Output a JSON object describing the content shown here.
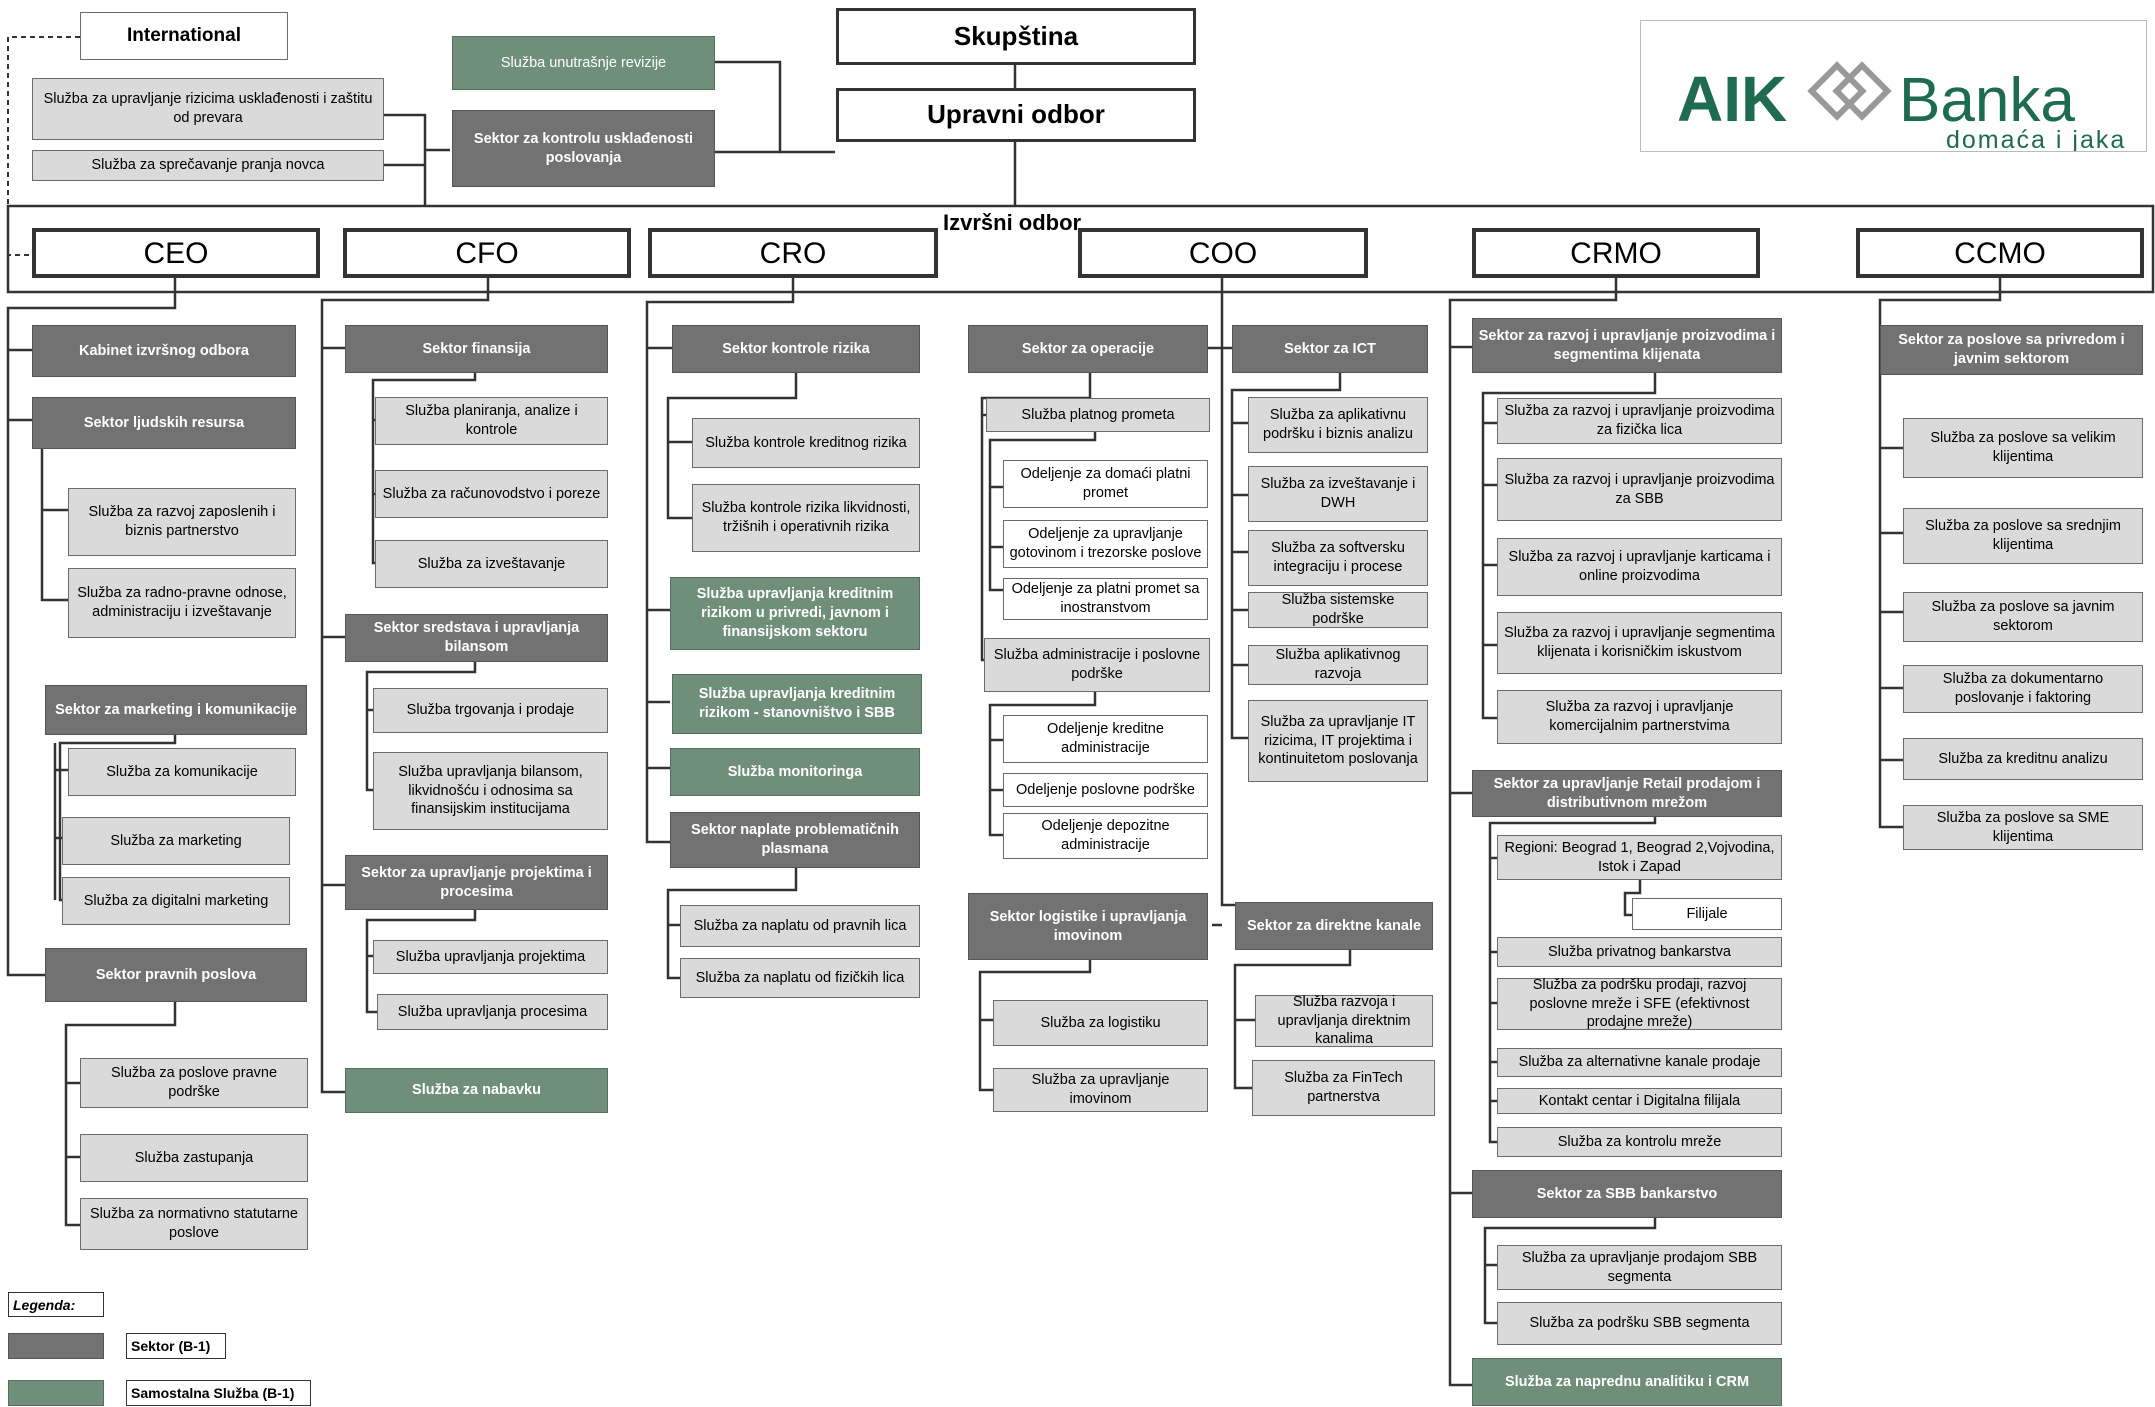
{
  "header": {
    "international": "International",
    "rizik_prevare": "Služba za upravljanje rizicima usklađenosti i zaštitu od prevara",
    "pranje_novca": "Služba za sprečavanje pranja novca",
    "revizija": "Služba unutrašnje revizije",
    "uskladjenost": "Sektor za kontrolu usklađenosti poslovanja",
    "skupstina": "Skupština",
    "upravni_odbor": "Upravni odbor",
    "izvrsni_odbor": "Izvršni odbor"
  },
  "logo": {
    "name": "AIK Banka",
    "aik": "AIK",
    "banka": "Banka",
    "tagline": "domaća i jaka",
    "color": "#1e6b4f"
  },
  "executives": [
    "CEO",
    "CFO",
    "CRO",
    "COO",
    "CRMO",
    "CCMO"
  ],
  "ceo": {
    "kabinet": "Kabinet izvršnog odbora",
    "ljudski": "Sektor ljudskih resursa",
    "razvoj_zaposlenih": "Služba za razvoj zaposlenih i biznis partnerstvo",
    "radno_pravne": "Služba za radno-pravne odnose, administraciju i izveštavanje",
    "marketing_sektor": "Sektor za marketing i komunikacije",
    "komunikacije": "Služba za komunikacije",
    "marketing": "Služba za marketing",
    "digitalni": "Služba za digitalni marketing",
    "pravni": "Sektor pravnih poslova",
    "pravna_podrska": "Služba za poslove pravne podrške",
    "zastupanje": "Služba zastupanja",
    "normativno": "Služba za normativno statutarne poslove"
  },
  "cfo": {
    "finansije": "Sektor finansija",
    "planiranje": "Služba planiranja, analize i kontrole",
    "racunovodstvo": "Služba za računovodstvo i poreze",
    "izvestavanje": "Služba za izveštavanje",
    "sredstva": "Sektor sredstava i upravljanja bilansom",
    "trgovanje": "Služba trgovanja i prodaje",
    "bilans": "Služba upravljanja bilansom, likvidnošću i odnosima sa finansijskim institucijama",
    "projekti_sektor": "Sektor za upravljanje projektima i procesima",
    "projekti": "Služba upravljanja projektima",
    "procesi": "Služba upravljanja procesima",
    "nabavka": "Služba za nabavku"
  },
  "cro": {
    "kontrola": "Sektor kontrole rizika",
    "kreditni": "Služba kontrole kreditnog rizika",
    "likvidnost": "Služba kontrole rizika likvidnosti, tržišnih i operativnih rizika",
    "privreda": "Služba upravljanja kreditnim rizikom u privredi, javnom i finansijskom sektoru",
    "stanovnistvo": "Služba upravljanja kreditnim rizikom - stanovništvo i SBB",
    "monitoring": "Služba monitoringa",
    "naplata": "Sektor naplate problematičnih plasmana",
    "pravna_lica": "Služba za naplatu od pravnih lica",
    "fizicka_lica": "Služba za naplatu od fizičkih lica"
  },
  "coo": {
    "operacije": "Sektor za operacije",
    "platni": "Služba platnog prometa",
    "domaci": "Odeljenje za domaći platni promet",
    "gotovina": "Odeljenje za upravljanje gotovinom i trezorske poslove",
    "inostranstvo": "Odeljenje za platni promet sa inostranstvom",
    "administracija": "Služba administracije i poslovne podrške",
    "kreditna_adm": "Odeljenje kreditne administracije",
    "poslovna_podrska": "Odeljenje poslovne podrške",
    "depozitna": "Odeljenje depozitne administracije",
    "logistika_sektor": "Sektor logistike i upravljanja imovinom",
    "logistika": "Služba za logistiku",
    "imovina": "Služba za upravljanje imovinom",
    "ict": "Sektor za ICT",
    "aplikativna": "Služba za aplikativnu podršku i biznis analizu",
    "dwh": "Služba za izveštavanje i DWH",
    "softverska": "Služba za softversku integraciju i procese",
    "sistemska": "Služba sistemske podrške",
    "razvoj": "Služba aplikativnog razvoja",
    "it_rizici": "Služba za upravljanje IT rizicima, IT projektima i kontinuitetom poslovanja",
    "direktni": "Sektor za direktne kanale",
    "direktni_sluzba": "Služba razvoja i upravljanja direktnim kanalima",
    "fintech": "Služba za FinTech partnerstva"
  },
  "crmo": {
    "proizvodi": "Sektor za razvoj i upravljanje proizvodima i segmentima klijenata",
    "fizicka": "Služba za razvoj i upravljanje proizvodima za fizička lica",
    "sbb_proizvodi": "Služba za razvoj i upravljanje  proizvodima za SBB",
    "kartice": "Služba za razvoj i upravljanje  karticama i online proizvodima",
    "segmenti": "Služba za razvoj i upravljanje  segmentima klijenata i korisničkim iskustvom",
    "komercijalni": "Služba za razvoj i upravljanje komercijalnim partnerstvima",
    "retail": "Sektor za upravljanje Retail prodajom i distributivnom mrežom",
    "regioni": "Regioni: Beograd 1, Beograd 2,Vojvodina, Istok i Zapad",
    "filijale": "Filijale",
    "privatno": "Služba privatnog bankarstva",
    "podrska_prodaji": "Služba za podršku prodaji, razvoj poslovne mreže i SFE (efektivnost prodajne mreže)",
    "alternativni": "Služba za  alternativne kanale prodaje",
    "kontakt": "Kontakt centar i Digitalna filijala",
    "kontrola_mreze": "Služba za kontrolu mreže",
    "sbb": "Sektor za SBB bankarstvo",
    "prodaja_sbb": "Služba za upravljanje prodajom SBB segmenta",
    "podrska_sbb": "Služba za podršku SBB segmenta",
    "analitika": "Služba za naprednu analitiku i CRM"
  },
  "ccmo": {
    "privreda": "Sektor za poslove sa privredom i javnim sektorom",
    "veliki": "Služba za poslove sa velikim klijentima",
    "srednji": "Služba za poslove sa srednjim klijentima",
    "javni": "Služba za poslove sa javnim sektorom",
    "dokumentarno": "Služba za dokumentarno poslovanje i faktoring",
    "kreditna": "Služba za kreditnu analizu",
    "sme": "Služba za poslove sa SME klijentima"
  },
  "legend": {
    "title": "Legenda:",
    "sektor": "Sektor (B-1)",
    "samostalna": "Samostalna Služba  (B-1)",
    "sektor_color": "#727272",
    "samostalna_color": "#6f8f7a"
  }
}
